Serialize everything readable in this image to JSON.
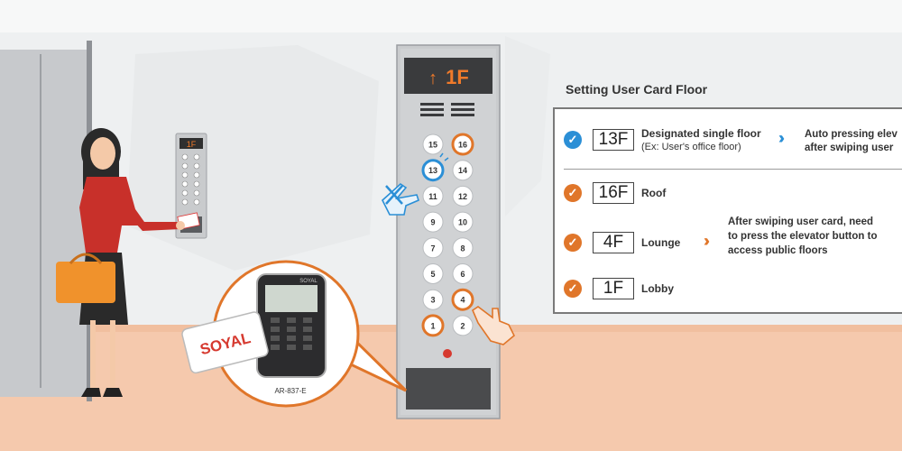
{
  "display": {
    "arrow": "↑",
    "floor": "1F"
  },
  "small_display": {
    "floor": "1F"
  },
  "panel": {
    "title": "Setting User Card Floor",
    "rows": [
      {
        "floor": "13F",
        "label": "Designated single floor",
        "sub": "(Ex: User's office floor)",
        "check_color": "#2b8fd6"
      },
      {
        "floor": "16F",
        "label": "Roof",
        "check_color": "#e0762a"
      },
      {
        "floor": "4F",
        "label": "Lounge",
        "check_color": "#e0762a"
      },
      {
        "floor": "1F",
        "label": "Lobby",
        "check_color": "#e0762a"
      }
    ],
    "note_single": [
      "Auto pressing elev",
      "after swiping user"
    ],
    "note_public": [
      "After swiping user card, need",
      "to press the elevator button to",
      "access public floors"
    ]
  },
  "buttons": [
    {
      "label": "15",
      "state": "normal"
    },
    {
      "label": "16",
      "state": "orange"
    },
    {
      "label": "13",
      "state": "blue"
    },
    {
      "label": "14",
      "state": "normal"
    },
    {
      "label": "11",
      "state": "normal"
    },
    {
      "label": "12",
      "state": "normal"
    },
    {
      "label": "9",
      "state": "normal"
    },
    {
      "label": "10",
      "state": "normal"
    },
    {
      "label": "7",
      "state": "normal"
    },
    {
      "label": "8",
      "state": "normal"
    },
    {
      "label": "5",
      "state": "normal"
    },
    {
      "label": "6",
      "state": "normal"
    },
    {
      "label": "3",
      "state": "normal"
    },
    {
      "label": "4",
      "state": "orange"
    },
    {
      "label": "1",
      "state": "orange"
    },
    {
      "label": "2",
      "state": "normal"
    }
  ],
  "reader": {
    "model": "AR-837-E",
    "brand": "SOYAL",
    "card_brand": "SOYAL"
  },
  "colors": {
    "orange": "#e0762a",
    "blue": "#2b8fd6",
    "display_text": "#f07a2a",
    "floor_bg": "#f5c9ad",
    "shirt": "#c8302a",
    "bag": "#f0922c"
  },
  "icons": [
    "check-circle-icon",
    "chevron-right-icon",
    "call-bell-icon",
    "pointing-hand-icon",
    "cross-icon"
  ]
}
